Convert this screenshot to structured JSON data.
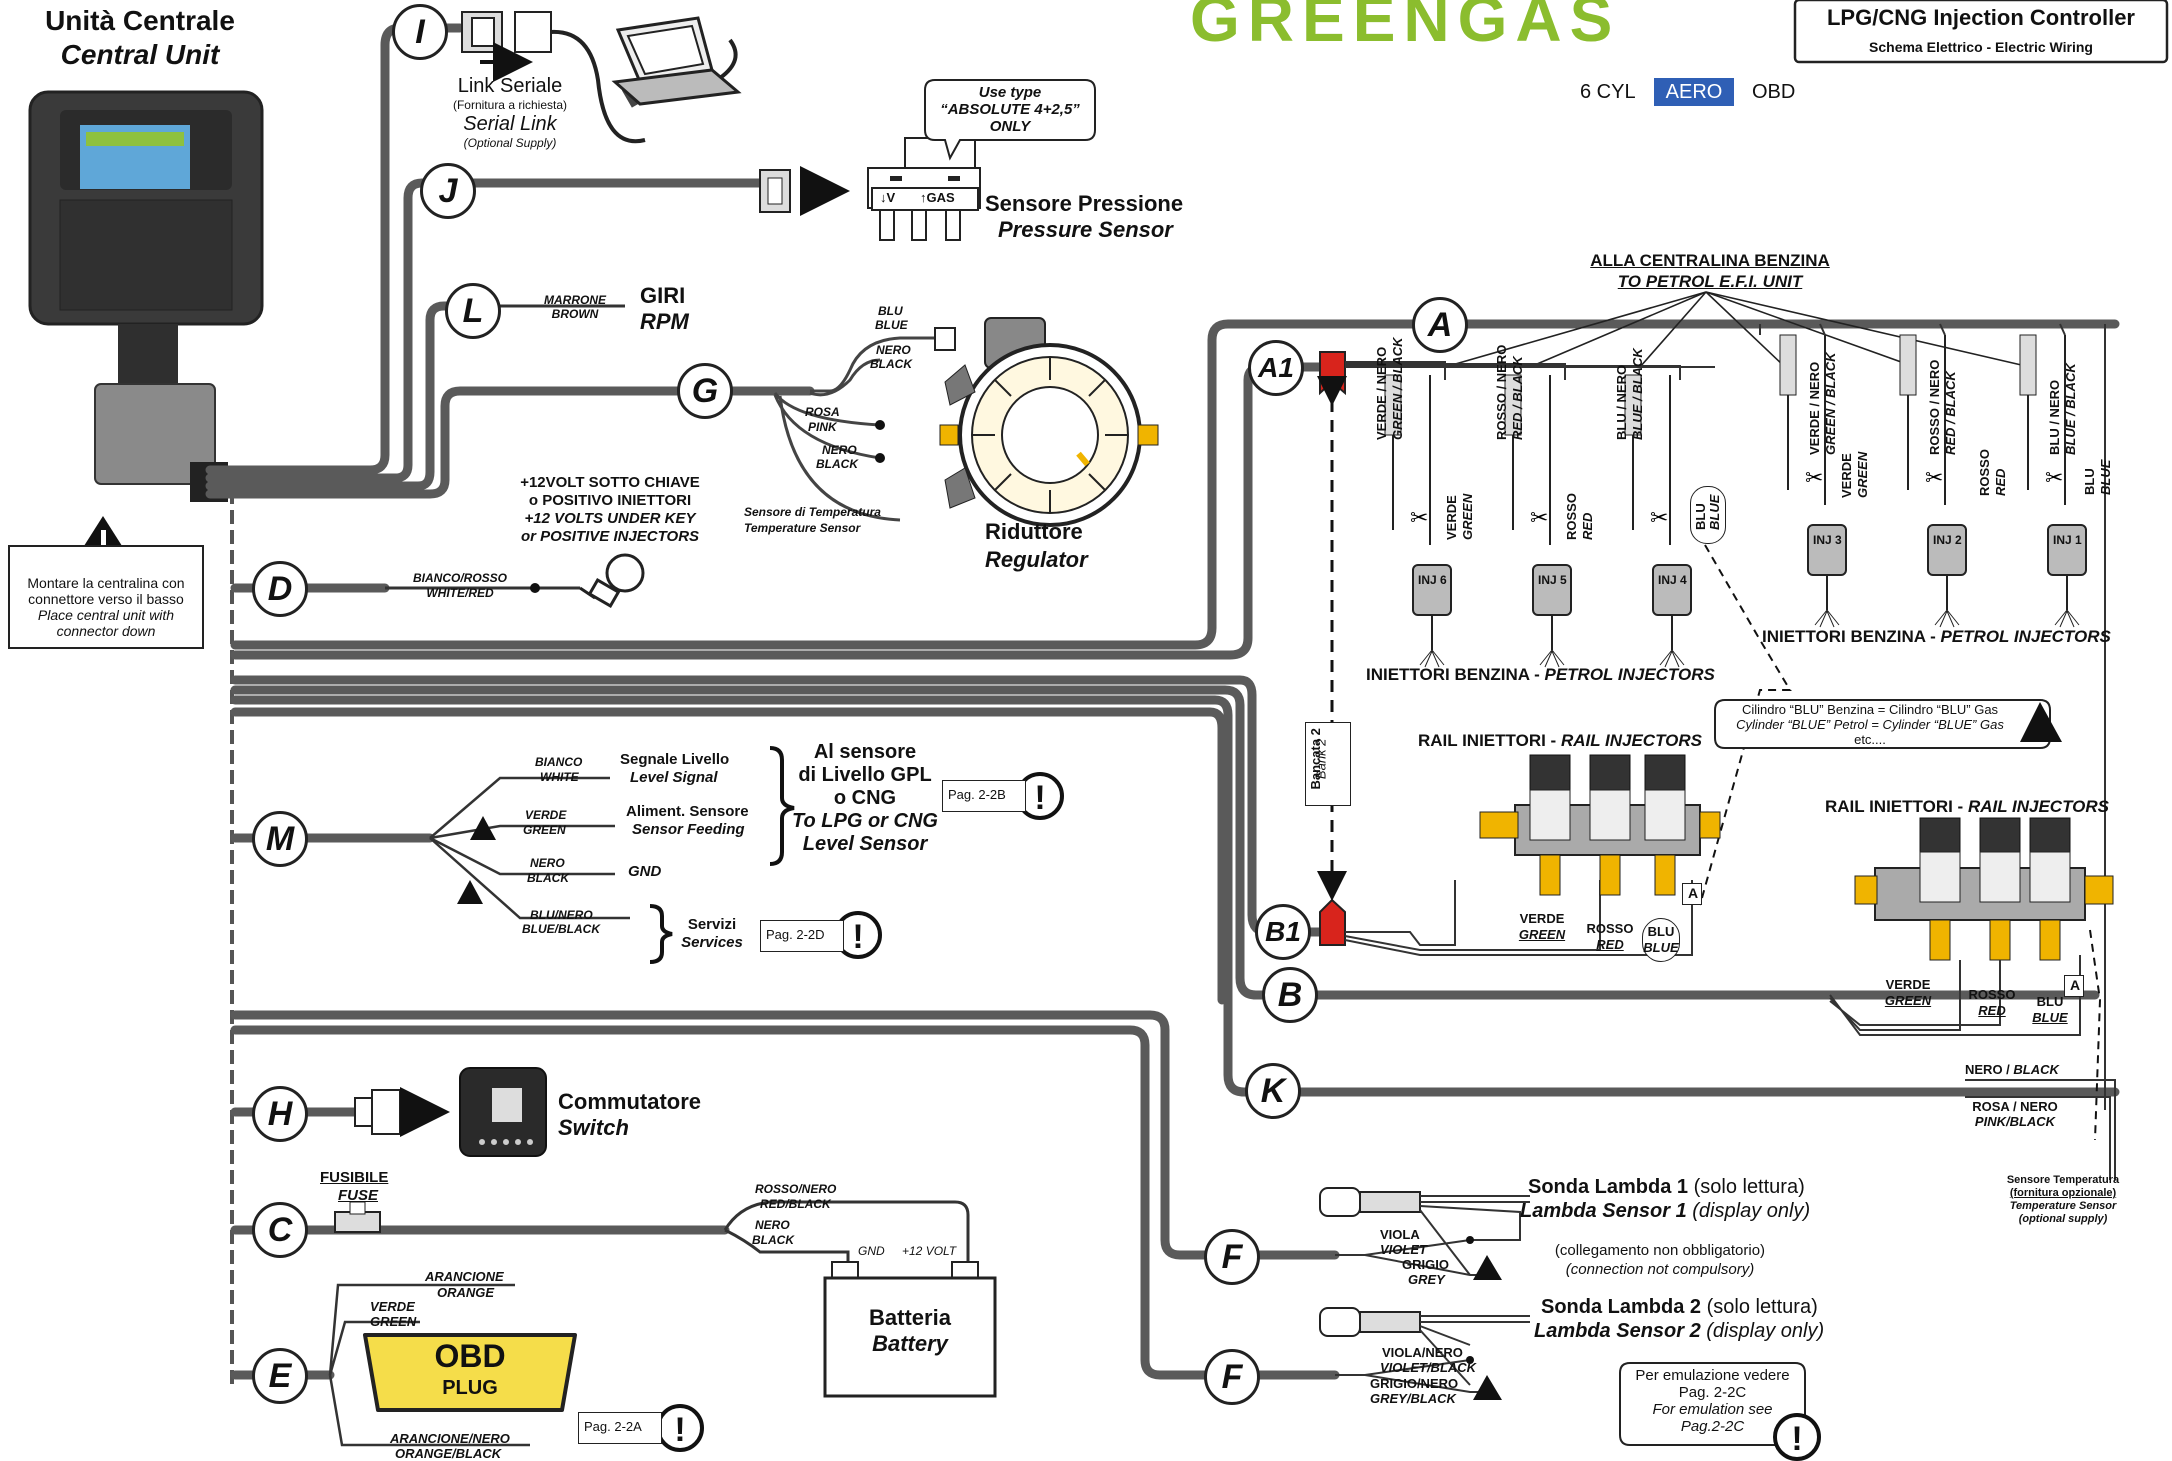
{
  "header": {
    "logo": "GREENGAS",
    "controller_title": "LPG/CNG Injection Controller",
    "controller_subtitle": "Schema Elettrico - Electric Wiring",
    "variant": {
      "cyl": "6 CYL",
      "aero": "AERO",
      "obd": "OBD"
    }
  },
  "central_unit": {
    "title_it": "Unità Centrale",
    "title_en": "Central Unit",
    "note_l1": "Montare la centralina con",
    "note_l2": "connettore verso il basso",
    "note_l3": "Place central unit with",
    "note_l4": "connector down"
  },
  "connectors": {
    "I": "I",
    "J": "J",
    "L": "L",
    "G": "G",
    "D": "D",
    "M": "M",
    "H": "H",
    "C": "C",
    "E": "E",
    "A": "A",
    "A1": "A1",
    "B1": "B1",
    "B": "B",
    "K": "K",
    "F1": "F",
    "F2": "F"
  },
  "serial": {
    "it": "Link Seriale",
    "it_note": "(Fornitura a richiesta)",
    "en": "Serial Link",
    "en_note": "(Optional Supply)"
  },
  "pressure": {
    "callout_l1": "Use type",
    "callout_l2": "“ABSOLUTE 4+2,5”",
    "callout_l3": "ONLY",
    "port_v": "↓V",
    "port_gas": "↑GAS",
    "it": "Sensore Pressione",
    "en": "Pressure Sensor"
  },
  "rpm": {
    "wire_it": "MARRONE",
    "wire_en": "BROWN",
    "it": "GIRI",
    "en": "RPM"
  },
  "regulator": {
    "blu_it": "BLU",
    "blu_en": "BLUE",
    "nero_it": "NERO",
    "nero_en": "BLACK",
    "rosa_it": "ROSA",
    "rosa_en": "PINK",
    "nero2_it": "NERO",
    "nero2_en": "BLACK",
    "temp_it": "Sensore di Temperatura",
    "temp_en": "Temperature Sensor",
    "it": "Riduttore",
    "en": "Regulator"
  },
  "key": {
    "l1": "+12VOLT SOTTO CHIAVE",
    "l2": "o POSITIVO INIETTORI",
    "l3": "+12 VOLTS UNDER KEY",
    "l4": "or POSITIVE INJECTORS",
    "wire_it": "BIANCO/ROSSO",
    "wire_en": "WHITE/RED"
  },
  "level": {
    "bianco_it": "BIANCO",
    "bianco_en": "WHITE",
    "signal_it": "Segnale Livello",
    "signal_en": "Level Signal",
    "verde_it": "VERDE",
    "verde_en": "GREEN",
    "feed_it": "Aliment. Sensore",
    "feed_en": "Sensor Feeding",
    "nero_it": "NERO",
    "nero_en": "BLACK",
    "gnd": "GND",
    "target_l1": "Al sensore",
    "target_l2": "di Livello GPL",
    "target_l3": "o CNG",
    "target_l4": "To LPG or CNG",
    "target_l5": "Level Sensor",
    "page_ref": "Pag. 2-2B",
    "blunero_it": "BLU/NERO",
    "blunero_en": "BLUE/BLACK",
    "services_it": "Servizi",
    "services_en": "Services",
    "services_ref": "Pag. 2-2D"
  },
  "switch": {
    "it": "Commutatore",
    "en": "Switch"
  },
  "power": {
    "fuse_it": "FUSIBILE",
    "fuse_en": "FUSE",
    "rn_it": "ROSSO/NERO",
    "rn_en": "RED/BLACK",
    "nero_it": "NERO",
    "nero_en": "BLACK",
    "gnd": "GND",
    "plus": "+12 VOLT",
    "it": "Batteria",
    "en": "Battery"
  },
  "obd": {
    "arancione_it": "ARANCIONE",
    "arancione_en": "ORANGE",
    "verde_it": "VERDE",
    "verde_en": "GREEN",
    "plug_l1": "OBD",
    "plug_l2": "PLUG",
    "an_it": "ARANCIONE/NERO",
    "an_en": "ORANGE/BLACK",
    "page_ref": "Pag. 2-2A"
  },
  "petrol_unit": {
    "it": "ALLA CENTRALINA BENZINA",
    "en": "TO PETROL E.F.I. UNIT"
  },
  "bank": {
    "it": "Bancata 2",
    "en": "Bank 2"
  },
  "injectors_left": {
    "inj6": "INJ 6",
    "inj5": "INJ 5",
    "inj4": "INJ 4",
    "w6a": "VERDE / NERO",
    "w6b": "GREEN / BLACK",
    "w6c": "VERDE",
    "w6d": "GREEN",
    "w5a": "ROSSO / NERO",
    "w5b": "RED / BLACK",
    "w5c": "ROSSO",
    "w5d": "RED",
    "w4a": "BLU / NERO",
    "w4b": "BLUE / BLACK",
    "w4c": "BLU",
    "w4d": "BLUE",
    "caption_it": "INIETTORI BENZINA - ",
    "caption_en": "PETROL INJECTORS"
  },
  "injectors_right": {
    "inj3": "INJ 3",
    "inj2": "INJ 2",
    "inj1": "INJ 1",
    "w3a": "VERDE / NERO",
    "w3b": "GREEN / BLACK",
    "w3c": "VERDE",
    "w3d": "GREEN",
    "w2a": "ROSSO / NERO",
    "w2b": "RED / BLACK",
    "w2c": "ROSSO",
    "w2d": "RED",
    "w1a": "BLU / NERO",
    "w1b": "BLUE / BLACK",
    "w1c": "BLU",
    "w1d": "BLUE",
    "caption_it": "INIETTORI BENZINA - ",
    "caption_en": "PETROL INJECTORS"
  },
  "cylinder_note": {
    "l1": "Cilindro “BLU” Benzina = Cilindro “BLU” Gas",
    "l2": "Cylinder “BLUE” Petrol = Cylinder “BLUE” Gas",
    "l3": "etc...."
  },
  "rail_left": {
    "title_it": "RAIL INIETTORI - ",
    "title_en": "RAIL INJECTORS",
    "verde_it": "VERDE",
    "verde_en": "GREEN",
    "rosso_it": "ROSSO",
    "rosso_en": "RED",
    "blu_it": "BLU",
    "blu_en": "BLUE",
    "tag": "A"
  },
  "rail_right": {
    "title_it": "RAIL INIETTORI - ",
    "title_en": "RAIL INJECTORS",
    "verde_it": "VERDE",
    "verde_en": "GREEN",
    "rosso_it": "ROSSO",
    "rosso_en": "RED",
    "blu_it": "BLU",
    "blu_en": "BLUE",
    "tag": "A"
  },
  "k_wires": {
    "nb_it": "NERO / ",
    "nb_en": "BLACK",
    "rn_it": "ROSA / NERO",
    "rn_en": "PINK/BLACK",
    "temp_l1": "Sensore Temperatura",
    "temp_l2": "(fornitura opzionale)",
    "temp_l3": "Temperature Sensor",
    "temp_l4": "(optional supply)"
  },
  "lambda1": {
    "it": "Sonda Lambda 1",
    "it_note": " (solo lettura)",
    "en": "Lambda Sensor 1",
    "en_note": " (display only)",
    "viola_it": "VIOLA",
    "viola_en": "VIOLET",
    "grigio_it": "GRIGIO",
    "grigio_en": "GREY",
    "opt_it": "(collegamento non obbligatorio)",
    "opt_en": "(connection not compulsory)"
  },
  "lambda2": {
    "it": "Sonda Lambda 2",
    "it_note": " (solo lettura)",
    "en": "Lambda Sensor 2",
    "en_note": " (display only)",
    "vn_it": "VIOLA/NERO",
    "vn_en": "VIOLET/BLACK",
    "gn_it": "GRIGIO/NERO",
    "gn_en": "GREY/BLACK",
    "emu_l1": "Per emulazione vedere",
    "emu_l2": "Pag. 2-2C",
    "emu_l3": "For emulation see",
    "emu_l4": "Pag.2-2C"
  }
}
